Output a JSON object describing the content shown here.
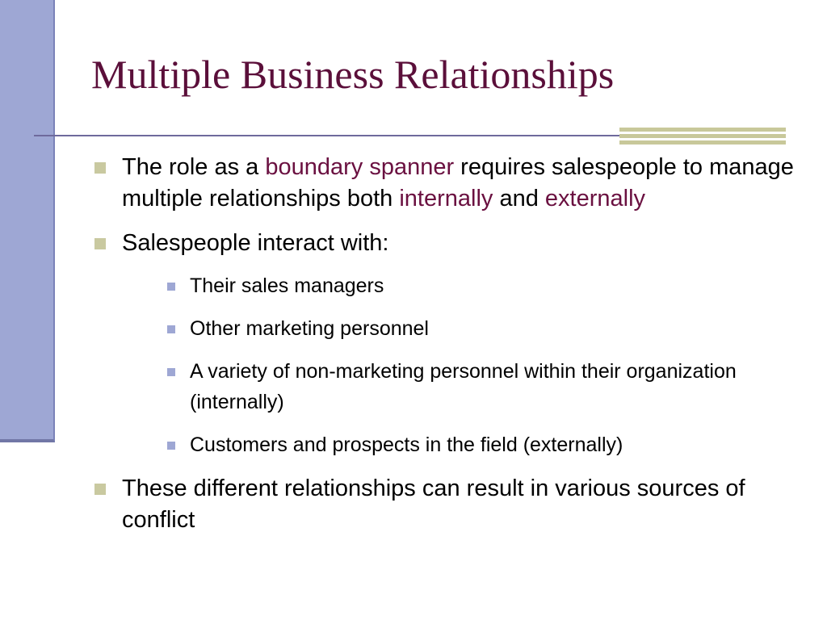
{
  "slide": {
    "title": "Multiple Business Relationships",
    "bullets": [
      {
        "parts": [
          {
            "text": "The role as a ",
            "highlight": false
          },
          {
            "text": "boundary spanner",
            "highlight": true
          },
          {
            "text": " requires salespeople to manage multiple relationships both ",
            "highlight": false
          },
          {
            "text": "internally",
            "highlight": true
          },
          {
            "text": " and ",
            "highlight": false
          },
          {
            "text": "externally",
            "highlight": true
          }
        ]
      },
      {
        "text": "Salespeople interact with:",
        "sub_bullets": [
          "Their sales managers",
          "Other marketing personnel",
          "A variety of non-marketing personnel within their organization (internally)",
          "Customers and prospects in the field (externally)"
        ]
      },
      {
        "text": "These different relationships can result in various sources of conflict"
      }
    ]
  },
  "colors": {
    "title": "#5b0f3a",
    "highlight": "#6a1040",
    "left_bar": "#9ea7d4",
    "bullet_square": "#c9c9a0",
    "sub_bullet_square": "#9ea7d4"
  }
}
